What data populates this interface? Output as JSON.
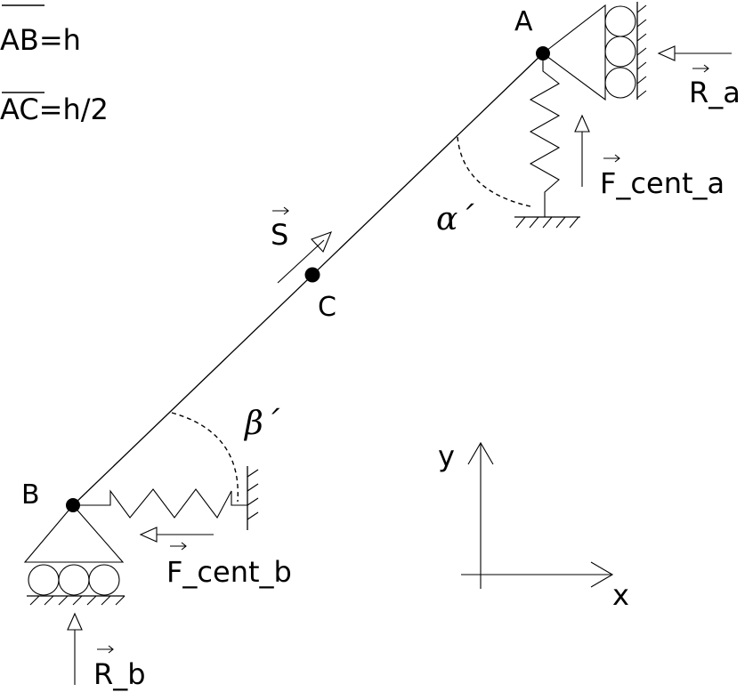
{
  "definitions": {
    "ab": {
      "segment": "AB",
      "rest": "=h"
    },
    "ac": {
      "segment": "AC",
      "rest": "=h/2"
    }
  },
  "points": {
    "a": "A",
    "b": "B",
    "c": "C"
  },
  "forces": {
    "s": "S",
    "r_a": "R_a",
    "r_b": "R_b",
    "f_cent_a": "F_cent_a",
    "f_cent_b": "F_cent_b"
  },
  "angles": {
    "alpha": "α´",
    "beta": "β´"
  },
  "axes": {
    "x": "x",
    "y": "y"
  }
}
